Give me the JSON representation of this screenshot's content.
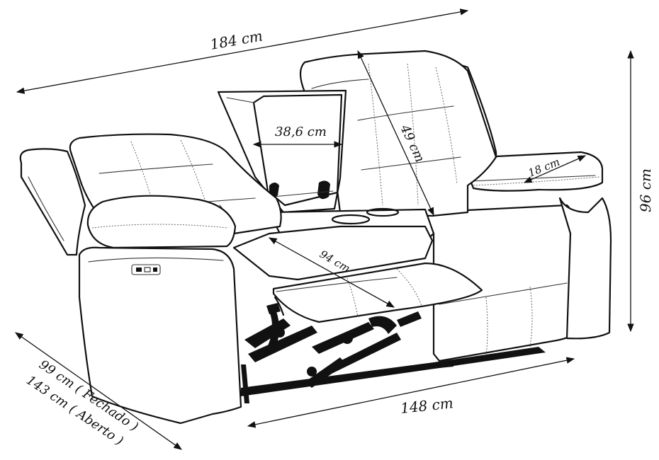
{
  "dimensions": {
    "total_width": "184 cm",
    "console_width": "38,6 cm",
    "back_height": "49 cm",
    "armrest_width": "18 cm",
    "total_height": "96 cm",
    "footrest_length": "94 cm",
    "seat_width": "148 cm",
    "depth_closed": "99 cm ( Fechado )",
    "depth_open": "143 cm ( Aberto )"
  },
  "colors": {
    "line": "#111111",
    "mechanism": "#111111",
    "background": "#ffffff"
  }
}
